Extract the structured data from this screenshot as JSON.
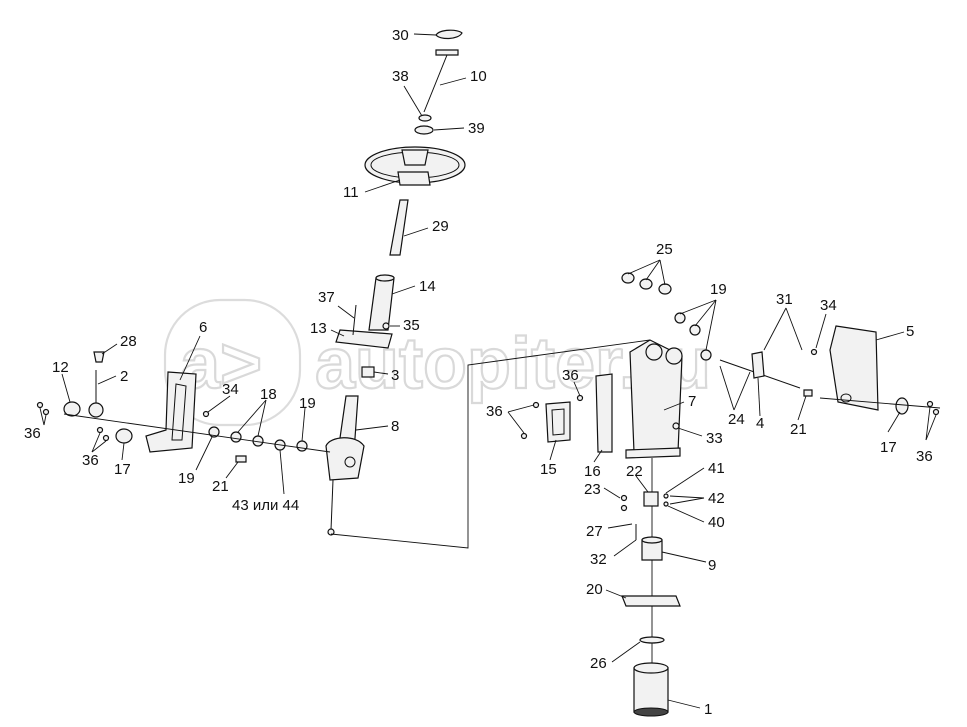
{
  "watermark": {
    "text": "autopiter.ru",
    "logo_glyph": "a>"
  },
  "callouts": [
    {
      "id": "c30",
      "text": "30"
    },
    {
      "id": "c38",
      "text": "38"
    },
    {
      "id": "c10",
      "text": "10"
    },
    {
      "id": "c39",
      "text": "39"
    },
    {
      "id": "c11",
      "text": "11"
    },
    {
      "id": "c29",
      "text": "29"
    },
    {
      "id": "c14",
      "text": "14"
    },
    {
      "id": "c37",
      "text": "37"
    },
    {
      "id": "c13",
      "text": "13"
    },
    {
      "id": "c35",
      "text": "35"
    },
    {
      "id": "c3",
      "text": "3"
    },
    {
      "id": "c8",
      "text": "8"
    },
    {
      "id": "c6",
      "text": "6"
    },
    {
      "id": "c28",
      "text": "28"
    },
    {
      "id": "c12",
      "text": "12"
    },
    {
      "id": "c2",
      "text": "2"
    },
    {
      "id": "c34a",
      "text": "34"
    },
    {
      "id": "c18",
      "text": "18"
    },
    {
      "id": "c19a",
      "text": "19"
    },
    {
      "id": "c36a",
      "text": "36"
    },
    {
      "id": "c36b",
      "text": "36"
    },
    {
      "id": "c17a",
      "text": "17"
    },
    {
      "id": "c19b",
      "text": "19"
    },
    {
      "id": "c21a",
      "text": "21"
    },
    {
      "id": "c4344",
      "text": "43 или 44"
    },
    {
      "id": "c25",
      "text": "25"
    },
    {
      "id": "c19c",
      "text": "19"
    },
    {
      "id": "c31",
      "text": "31"
    },
    {
      "id": "c34b",
      "text": "34"
    },
    {
      "id": "c5",
      "text": "5"
    },
    {
      "id": "c36c",
      "text": "36"
    },
    {
      "id": "c36d",
      "text": "36"
    },
    {
      "id": "c7",
      "text": "7"
    },
    {
      "id": "c24",
      "text": "24"
    },
    {
      "id": "c4",
      "text": "4"
    },
    {
      "id": "c21b",
      "text": "21"
    },
    {
      "id": "c17b",
      "text": "17"
    },
    {
      "id": "c36e",
      "text": "36"
    },
    {
      "id": "c33",
      "text": "33"
    },
    {
      "id": "c15",
      "text": "15"
    },
    {
      "id": "c16",
      "text": "16"
    },
    {
      "id": "c22",
      "text": "22"
    },
    {
      "id": "c41",
      "text": "41"
    },
    {
      "id": "c23",
      "text": "23"
    },
    {
      "id": "c42",
      "text": "42"
    },
    {
      "id": "c27",
      "text": "27"
    },
    {
      "id": "c40",
      "text": "40"
    },
    {
      "id": "c32",
      "text": "32"
    },
    {
      "id": "c9",
      "text": "9"
    },
    {
      "id": "c20",
      "text": "20"
    },
    {
      "id": "c26",
      "text": "26"
    },
    {
      "id": "c1",
      "text": "1"
    }
  ]
}
